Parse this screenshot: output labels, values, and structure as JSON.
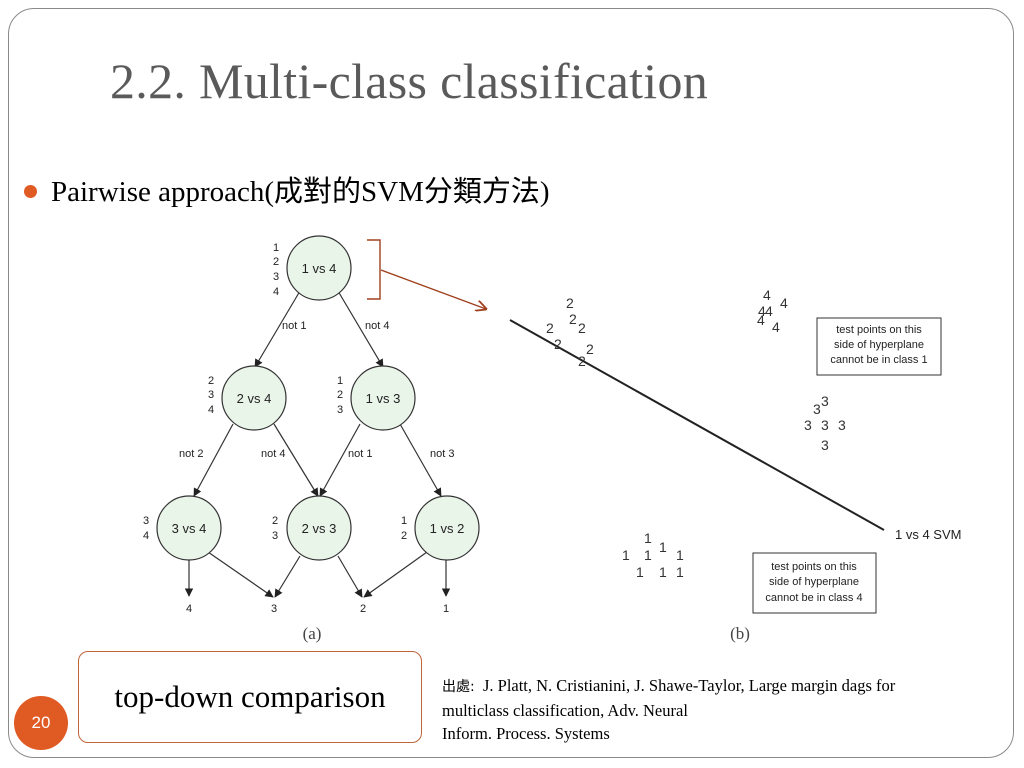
{
  "slide": {
    "title": "2.2. Multi-class classification",
    "bullet": "Pairwise approach(成對的SVM分類方法)",
    "callout": "top-down comparison",
    "source_tag": "出處:",
    "source_line1": "J. Platt, N. Cristianini, J. Shawe-Taylor, Large margin dags for",
    "source_line2": "multiclass classification, Adv. Neural",
    "source_line3": "Inform. Process. Systems",
    "page_number": "20",
    "colors": {
      "accent": "#e05a24",
      "title": "#5a5a5a",
      "node_fill": "#eaf5ea",
      "callout_border": "#c0643a",
      "arrow": "#a0401f"
    }
  },
  "dag": {
    "caption": "(a)",
    "nodes": [
      {
        "id": "root",
        "label": "1 vs 4",
        "classes": [
          "1",
          "2",
          "3",
          "4"
        ]
      },
      {
        "id": "n24",
        "label": "2 vs 4",
        "classes": [
          "2",
          "3",
          "4"
        ]
      },
      {
        "id": "n13",
        "label": "1 vs 3",
        "classes": [
          "1",
          "2",
          "3"
        ]
      },
      {
        "id": "n34",
        "label": "3 vs 4",
        "classes": [
          "3",
          "4"
        ]
      },
      {
        "id": "n23",
        "label": "2 vs 3",
        "classes": [
          "2",
          "3"
        ]
      },
      {
        "id": "n12",
        "label": "1 vs 2",
        "classes": [
          "1",
          "2"
        ]
      }
    ],
    "edges": [
      {
        "from": "root",
        "to": "n24",
        "label": "not 1"
      },
      {
        "from": "root",
        "to": "n13",
        "label": "not 4"
      },
      {
        "from": "n24",
        "to": "n34",
        "label": "not 2"
      },
      {
        "from": "n24",
        "to": "n23",
        "label": "not 4"
      },
      {
        "from": "n13",
        "to": "n23",
        "label": "not 1"
      },
      {
        "from": "n13",
        "to": "n12",
        "label": "not 3"
      }
    ],
    "leaves": [
      "4",
      "3",
      "2",
      "1"
    ]
  },
  "hyperplane": {
    "caption": "(b)",
    "line_label": "1 vs 4 SVM",
    "box_top": [
      "test points on this",
      "side of hyperplane",
      "cannot be in class 1"
    ],
    "box_bottom": [
      "test points on this",
      "side of hyperplane",
      "cannot be in class 4"
    ],
    "cluster_2": [
      "2",
      "2",
      "2",
      "2",
      "2",
      "2",
      "2"
    ],
    "cluster_4": [
      "4",
      "4",
      "4",
      "4",
      "4"
    ],
    "cluster_3": [
      "3",
      "3",
      "3",
      "3",
      "3",
      "3"
    ],
    "cluster_1": [
      "1",
      "1",
      "1",
      "1",
      "1",
      "1",
      "1",
      "1"
    ]
  }
}
